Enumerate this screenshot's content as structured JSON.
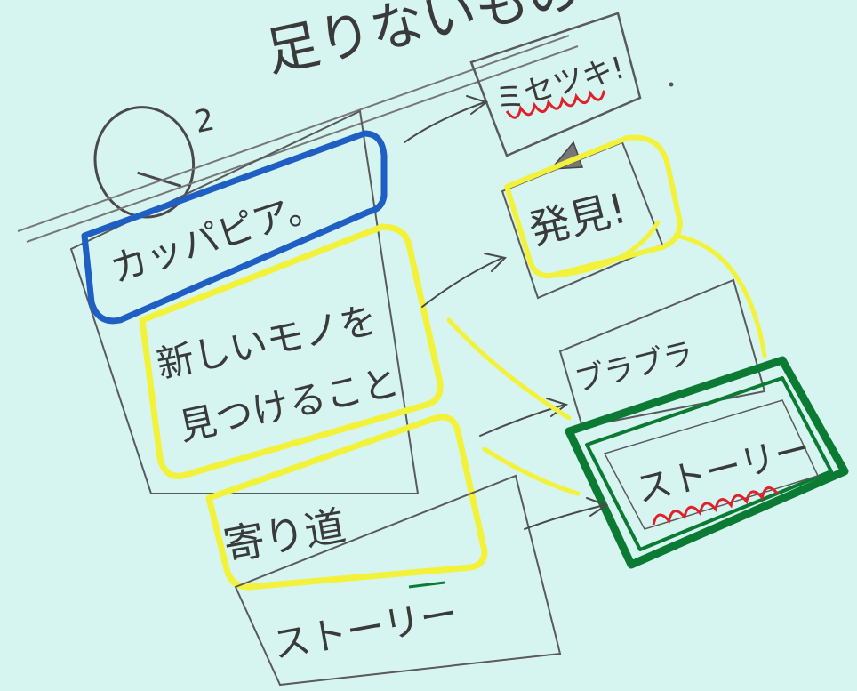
{
  "title": {
    "text": "足りないもの",
    "q_label": "2"
  },
  "left_column": {
    "box_a": "カッパピア。",
    "box_b_line1": "新しいモノを",
    "box_b_line2": "見つけること",
    "box_c": "寄り道",
    "box_d": "ストーリー"
  },
  "right_column": {
    "box_top": "ミセツキ!",
    "box_mid": "発見!",
    "box_low": "ブラブラ",
    "box_bottom": "ストーリー"
  },
  "colors": {
    "background": "#d6f5f1",
    "pencil": "#4a4a4a",
    "blue": "#1f5fc4",
    "yellow": "#f2f23a",
    "green": "#0b7a33",
    "red": "#e0212a"
  }
}
